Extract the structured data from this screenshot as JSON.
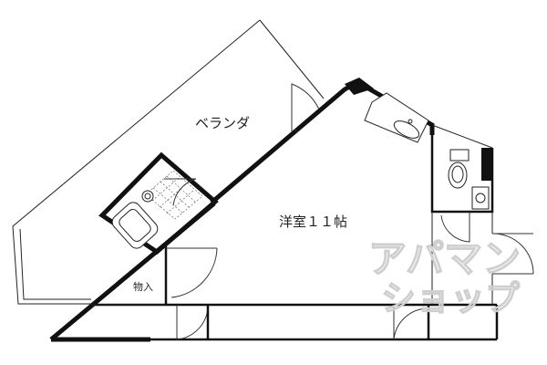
{
  "rooms": {
    "balcony": "ベランダ",
    "western_room": "洋室１１帖",
    "storage": "物入"
  },
  "watermark": {
    "line1": "アパマン",
    "line2": "ショップ"
  }
}
